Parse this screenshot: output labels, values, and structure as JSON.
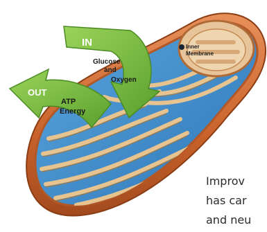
{
  "arrows": {
    "in": {
      "heading": "IN",
      "line1": "Glucose",
      "line2": "and",
      "line3": "Oxygen"
    },
    "out": {
      "heading": "OUT",
      "line1": "ATP",
      "line2": "Energy"
    }
  },
  "labels": {
    "inner_membrane_1": "Inner",
    "inner_membrane_2": "Membrane"
  },
  "caption_lines": [
    "Improv",
    "has car",
    "and neu"
  ],
  "colors": {
    "arrow_green": "#7cc142",
    "outer_membrane": "#d9743a",
    "matrix_blue": "#3f8fcf",
    "cristae_tan": "#e7c48f"
  }
}
